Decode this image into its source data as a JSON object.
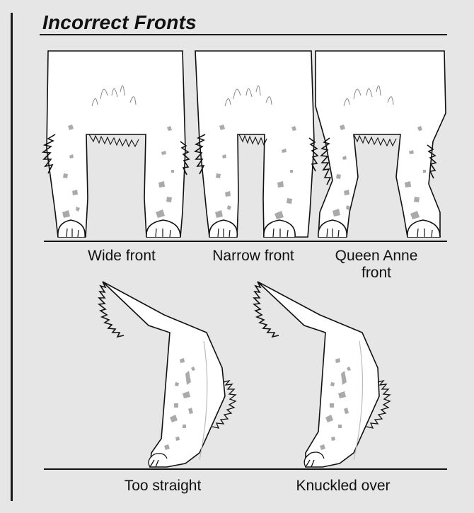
{
  "header": {
    "title": "Incorrect Fronts"
  },
  "figures": {
    "wide": {
      "caption": "Wide front"
    },
    "narrow": {
      "caption": "Narrow front"
    },
    "queen_anne": {
      "caption": "Queen Anne\nfront"
    },
    "too_straight": {
      "caption": "Too straight"
    },
    "knuckled_over": {
      "caption": "Knuckled over"
    }
  },
  "colors": {
    "background": "#e6e6e6",
    "fur": "#ffffff",
    "outline": "#111111",
    "spots": "#a9a9a9"
  }
}
